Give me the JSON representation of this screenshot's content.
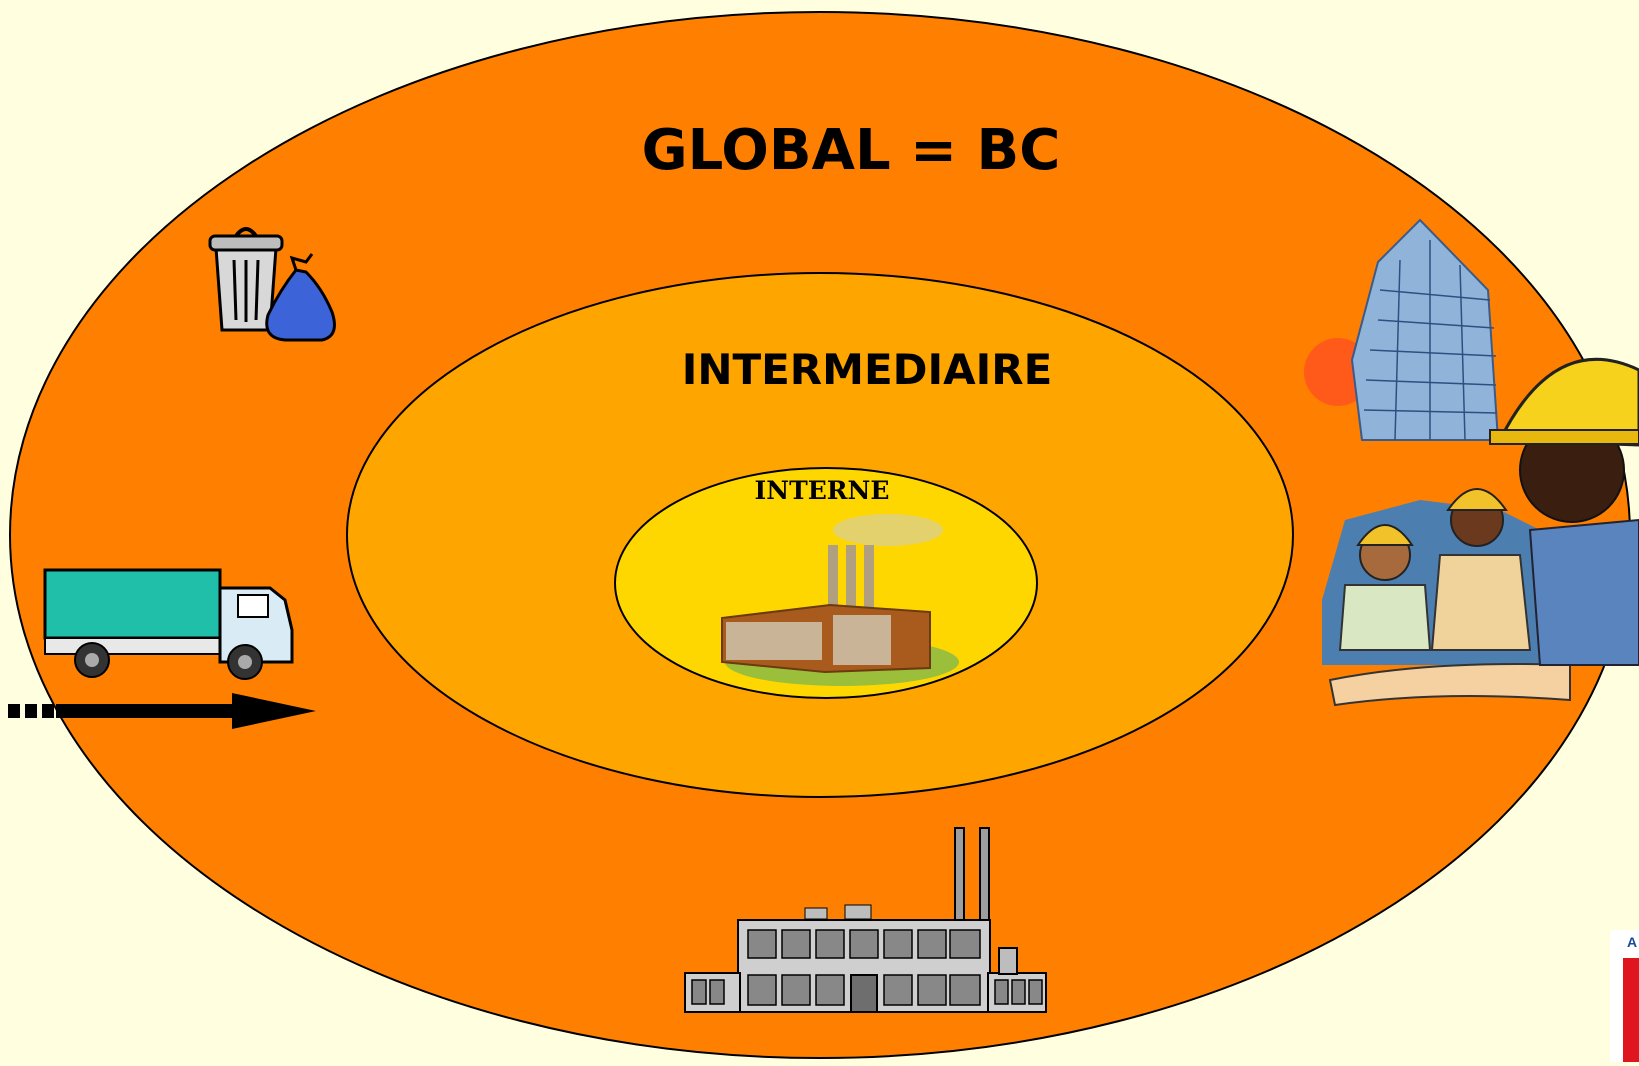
{
  "diagram": {
    "outer_label": "GLOBAL = BC",
    "middle_label": "INTERMEDIAIRE",
    "inner_label": "INTERNE"
  },
  "icons": {
    "trash": "trash-can-and-bag-icon",
    "truck": "truck-icon",
    "arrow": "right-arrow-icon",
    "factory_inner": "smoking-factory-icon",
    "factory_bottom": "factory-building-icon",
    "workers": "construction-workers-skyscraper-icon",
    "logo": "partial-logo"
  },
  "logo": {
    "visible_letter": "A"
  },
  "colors": {
    "background": "#ffffe0",
    "outer_ring": "#ff7f00",
    "middle_ring": "#ffa500",
    "inner_ring": "#ffd700"
  }
}
